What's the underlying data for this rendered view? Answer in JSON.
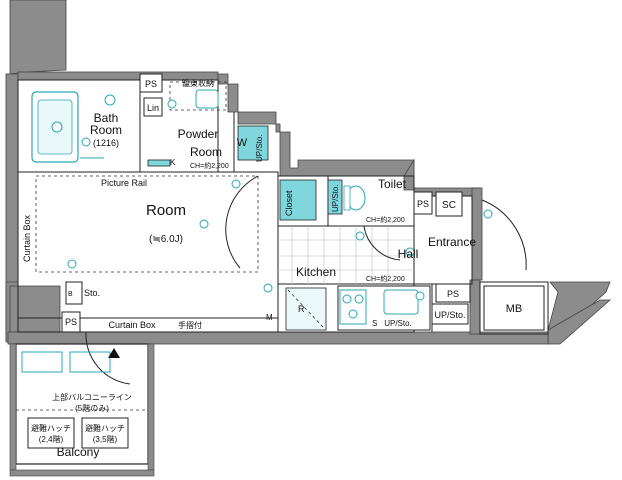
{
  "rooms": {
    "bath_line1": "Bath",
    "bath_line2": "Room",
    "bath_size": "(1216)",
    "powder_line1": "Powder",
    "powder_line2": "Room",
    "room": "Room",
    "room_size": "(≒6.0J)",
    "kitchen": "Kitchen",
    "hall": "Hall",
    "entrance": "Entrance",
    "toilet": "Toilet",
    "closet": "Closet",
    "balcony": "Balcony",
    "mb": "MB"
  },
  "labels": {
    "ps_top": "PS",
    "ps_left": "PS",
    "ps_right1": "PS",
    "ps_right2": "PS",
    "attic_storage": "籠東収納",
    "lin": "Lin",
    "w": "W",
    "up_sto_1": "UP/Sto.",
    "up_sto_2": "UP/Sto.",
    "up_sto_3": "UP/Sto.",
    "up_sto_4": "UP/Sto.",
    "sto": "Sto.",
    "sc": "SC",
    "ch_1": "CH=約2,200",
    "ch_2": "CH=約2,200",
    "ch_3": "CH=約2,200",
    "picture_rail": "Picture Rail",
    "curtain_box_h": "Curtain Box",
    "curtain_box_v": "Curtain Box",
    "handrail": "手摺付",
    "upper_balcony_1": "上部バルコニーライン",
    "upper_balcony_2": "(5階のみ)",
    "hatch1_1": "避難ハッチ",
    "hatch1_2": "(2,4階)",
    "hatch2_1": "避難ハッチ",
    "hatch2_2": "(3,5階)",
    "r": "R",
    "k": "K",
    "m": "M",
    "s": "S",
    "b": "B"
  }
}
